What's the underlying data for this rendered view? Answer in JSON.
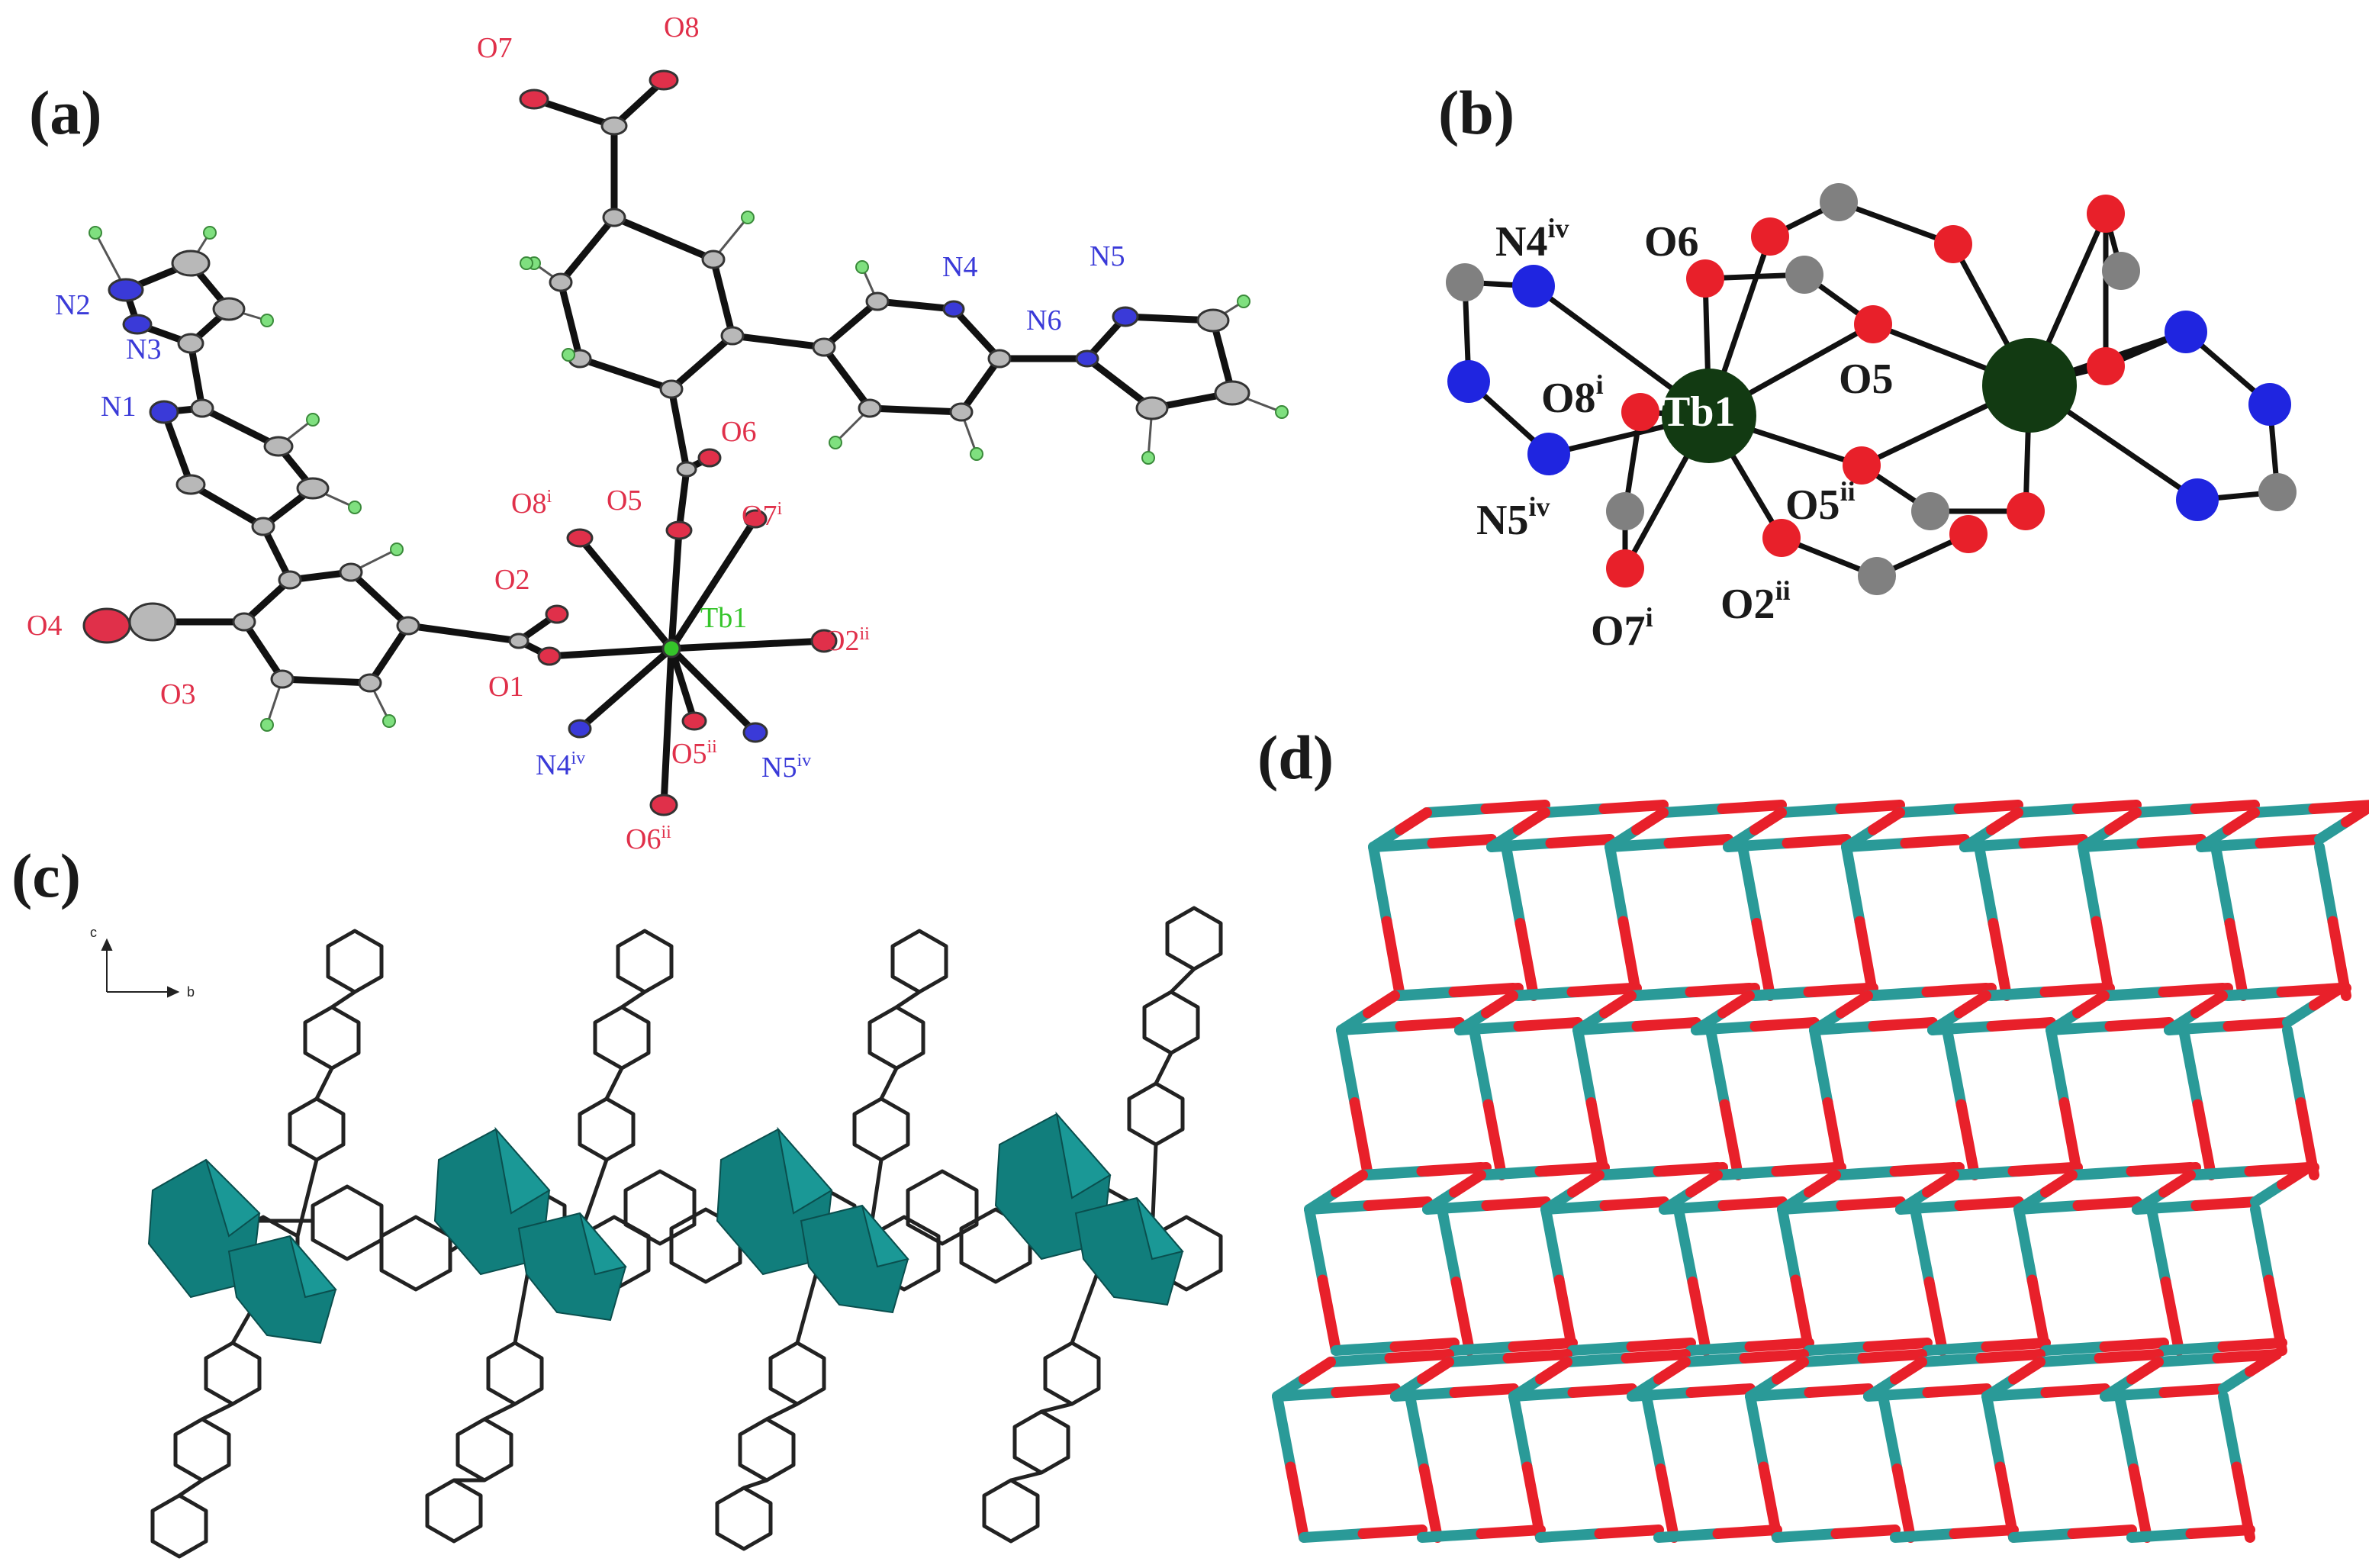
{
  "panels": {
    "a": {
      "label": "(a)",
      "atoms": [
        {
          "id": "O7",
          "text": "O7",
          "sup": "",
          "color": "red"
        },
        {
          "id": "O8",
          "text": "O8",
          "sup": "",
          "color": "red"
        },
        {
          "id": "N2",
          "text": "N2",
          "sup": "",
          "color": "blue"
        },
        {
          "id": "N3",
          "text": "N3",
          "sup": "",
          "color": "blue"
        },
        {
          "id": "N1",
          "text": "N1",
          "sup": "",
          "color": "blue"
        },
        {
          "id": "N4",
          "text": "N4",
          "sup": "",
          "color": "blue"
        },
        {
          "id": "N5",
          "text": "N5",
          "sup": "",
          "color": "blue"
        },
        {
          "id": "N6",
          "text": "N6",
          "sup": "",
          "color": "blue"
        },
        {
          "id": "O6",
          "text": "O6",
          "sup": "",
          "color": "red"
        },
        {
          "id": "O8i",
          "text": "O8",
          "sup": "i",
          "color": "red"
        },
        {
          "id": "O5",
          "text": "O5",
          "sup": "",
          "color": "red"
        },
        {
          "id": "O7i",
          "text": "O7",
          "sup": "i",
          "color": "red"
        },
        {
          "id": "O2",
          "text": "O2",
          "sup": "",
          "color": "red"
        },
        {
          "id": "Tb1",
          "text": "Tb1",
          "sup": "",
          "color": "green"
        },
        {
          "id": "O2ii",
          "text": "O2",
          "sup": "ii",
          "color": "red"
        },
        {
          "id": "O4",
          "text": "O4",
          "sup": "",
          "color": "red"
        },
        {
          "id": "O3",
          "text": "O3",
          "sup": "",
          "color": "red"
        },
        {
          "id": "O1",
          "text": "O1",
          "sup": "",
          "color": "red"
        },
        {
          "id": "N4iv",
          "text": "N4",
          "sup": "iv",
          "color": "blue"
        },
        {
          "id": "O5ii",
          "text": "O5",
          "sup": "ii",
          "color": "red"
        },
        {
          "id": "N5iv",
          "text": "N5",
          "sup": "iv",
          "color": "blue"
        },
        {
          "id": "O6ii",
          "text": "O6",
          "sup": "ii",
          "color": "red"
        }
      ]
    },
    "b": {
      "label": "(b)",
      "atoms": [
        {
          "id": "N4iv",
          "text": "N4",
          "sup": "iv"
        },
        {
          "id": "O6",
          "text": "O6",
          "sup": ""
        },
        {
          "id": "O8i",
          "text": "O8",
          "sup": "i"
        },
        {
          "id": "Tb1",
          "text": "Tb1",
          "sup": ""
        },
        {
          "id": "O5",
          "text": "O5",
          "sup": ""
        },
        {
          "id": "N5iv",
          "text": "N5",
          "sup": "iv"
        },
        {
          "id": "O5ii",
          "text": "O5",
          "sup": "ii"
        },
        {
          "id": "O7i",
          "text": "O7",
          "sup": "i"
        },
        {
          "id": "O2ii",
          "text": "O2",
          "sup": "ii"
        }
      ]
    },
    "c": {
      "label": "(c)",
      "axes": {
        "vertical": "c",
        "horizontal": "b"
      }
    },
    "d": {
      "label": "(d)"
    }
  },
  "colors": {
    "oxygen": "#e8202a",
    "nitrogen": "#1f25e0",
    "carbon": "#808080",
    "terbium": "#123a12",
    "polyhedron": "#0f7a78",
    "net_teal": "#2a9a98",
    "net_red": "#e8202a",
    "ortep_red": "#e0304a",
    "ortep_blue": "#3a3ad8",
    "ortep_green": "#35c42a",
    "hydrogen": "#7fe07f",
    "carbon_ellipsoid": "#b8b8b8"
  }
}
